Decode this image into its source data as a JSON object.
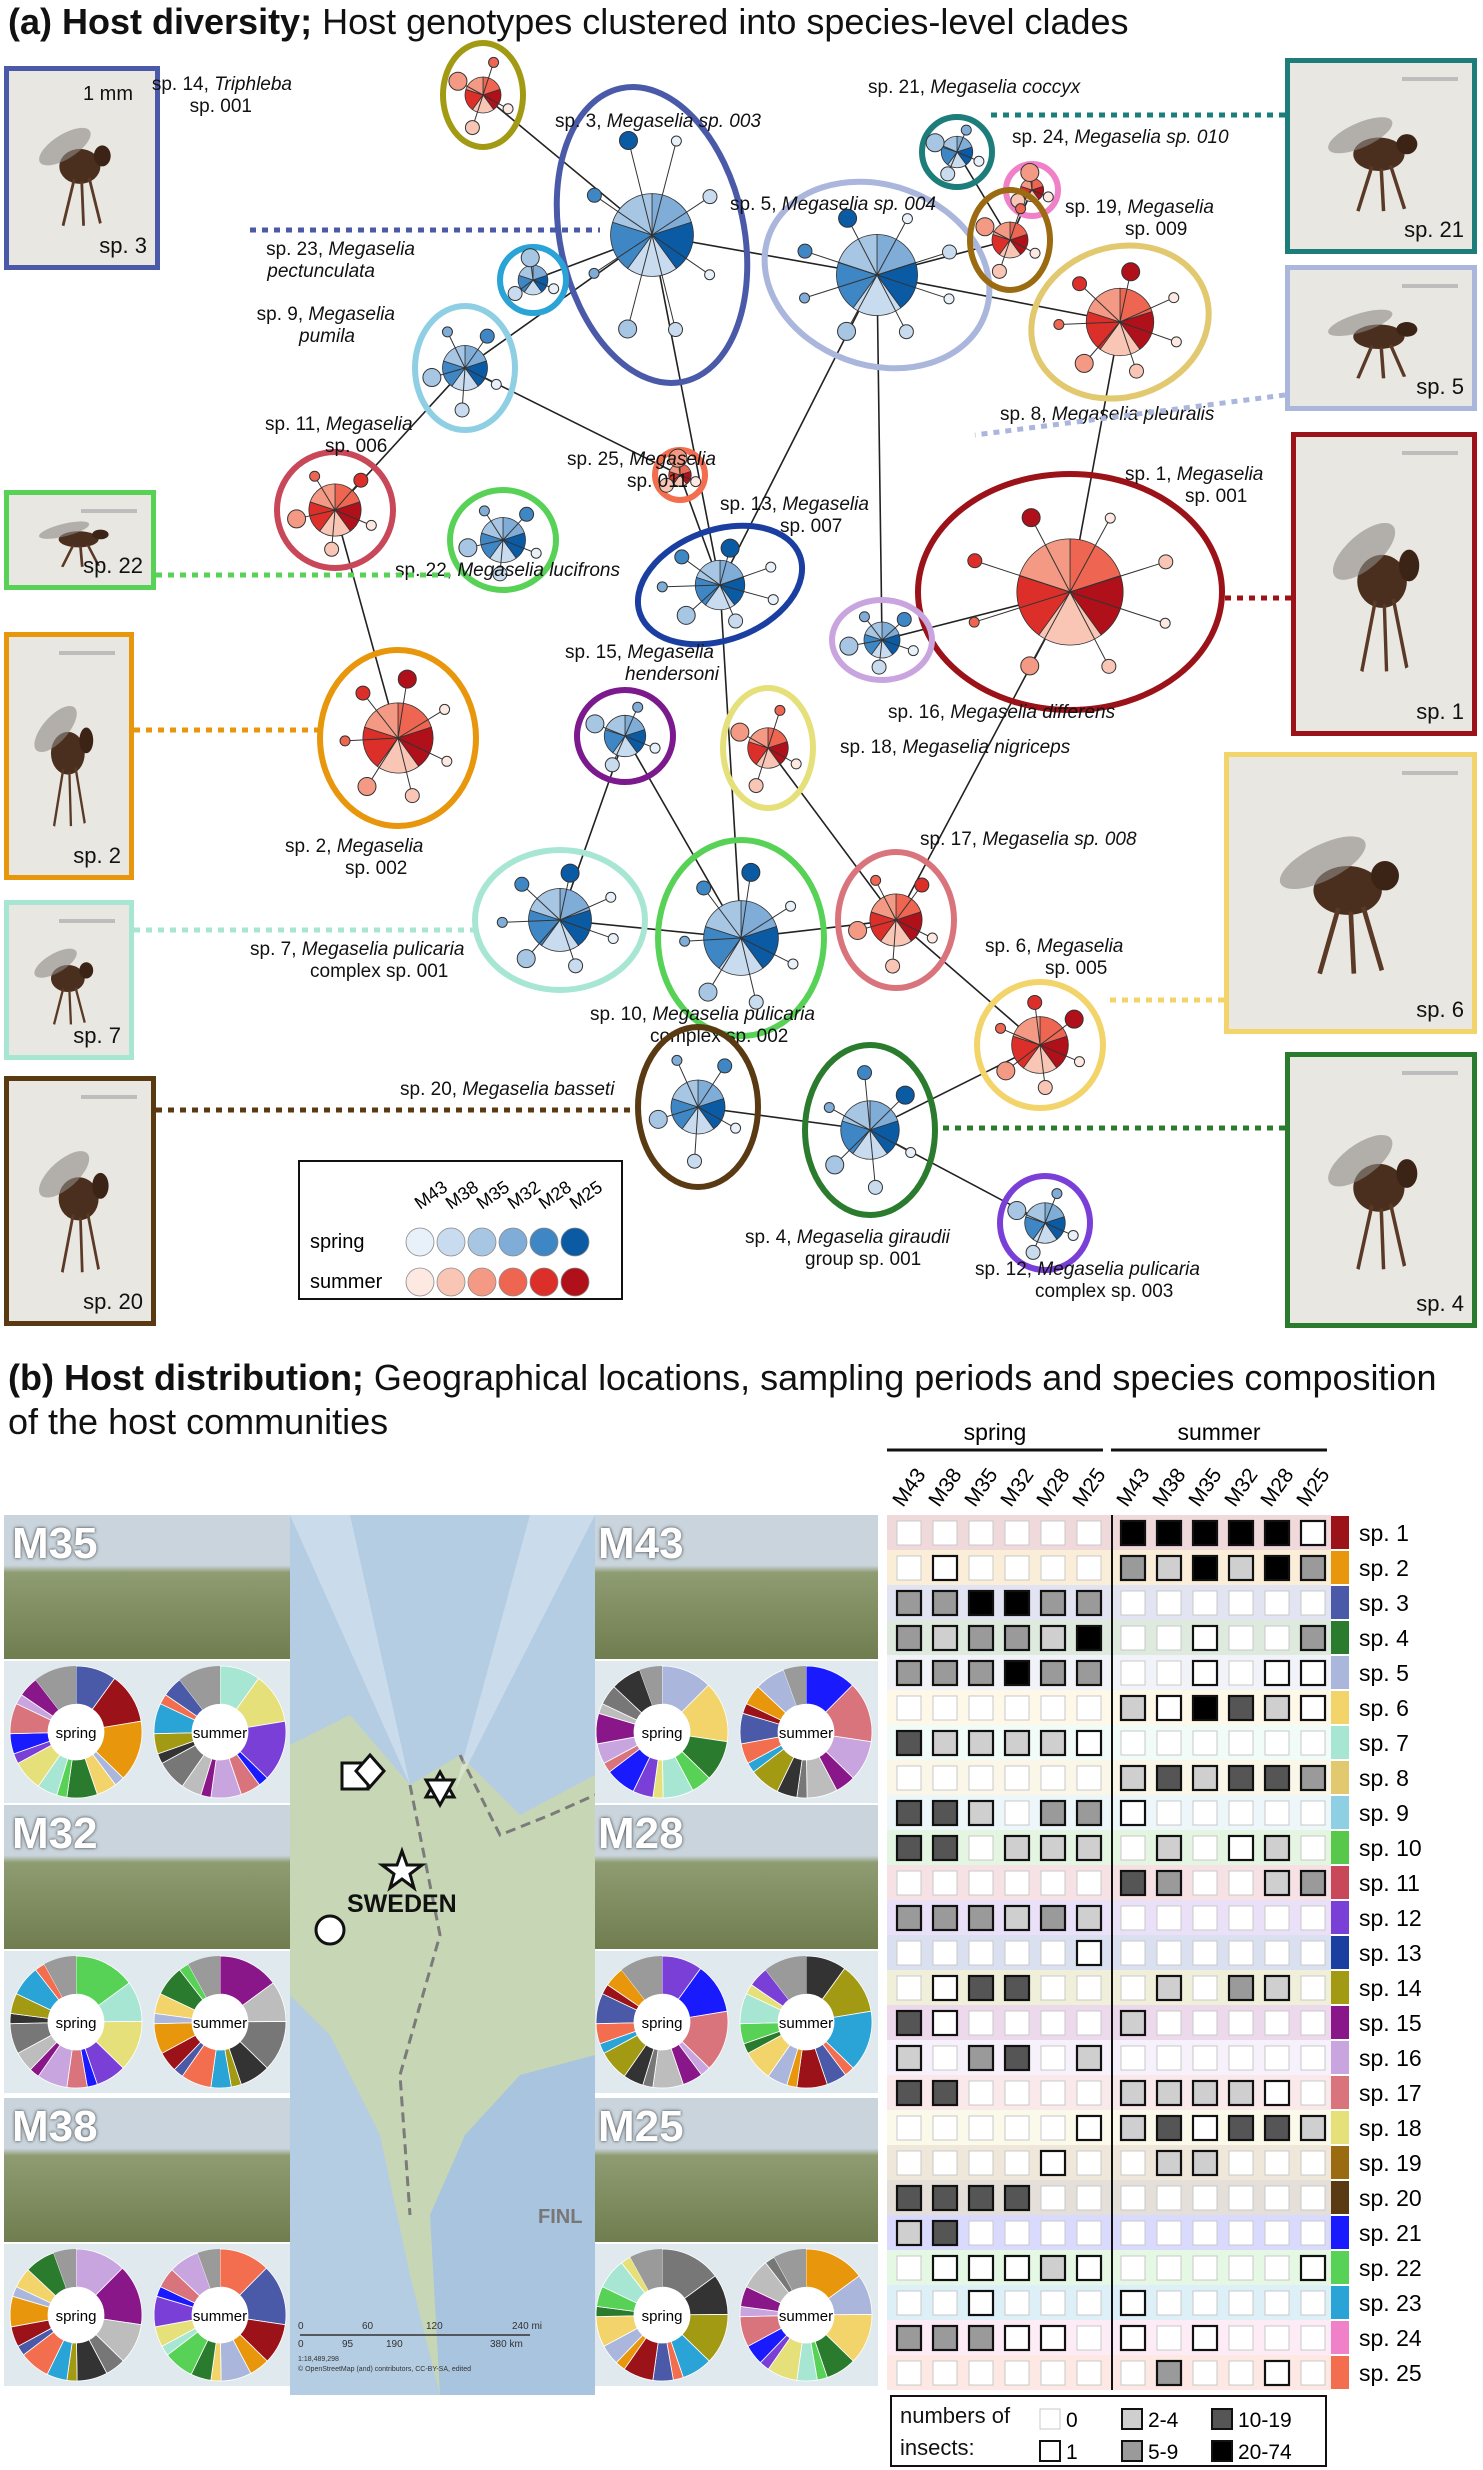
{
  "panel_a": {
    "title_bold": "(a) Host diversity;",
    "title_rest": " Host genotypes clustered into species-level clades",
    "scale_label": "1 mm",
    "photos": [
      {
        "label": "sp. 3",
        "color": "#4a5aa8"
      },
      {
        "label": "sp. 22",
        "color": "#57d257"
      },
      {
        "label": "sp. 2",
        "color": "#e8960c"
      },
      {
        "label": "sp. 7",
        "color": "#a7e6d3"
      },
      {
        "label": "sp. 20",
        "color": "#5a3a12"
      },
      {
        "label": "sp. 21",
        "color": "#1d7d7a"
      },
      {
        "label": "sp. 5",
        "color": "#aab6dc"
      },
      {
        "label": "sp. 1",
        "color": "#9b1218"
      },
      {
        "label": "sp. 6",
        "color": "#f3d46a"
      },
      {
        "label": "sp. 4",
        "color": "#2a7b2e"
      }
    ],
    "clades": [
      {
        "id": "sp. 14,",
        "name": "Triphleba",
        "extra": "sp. 001",
        "color": "#a39a14"
      },
      {
        "id": "sp. 3,",
        "name": "Megaselia sp. 003",
        "extra": "",
        "color": "#4a5aa8"
      },
      {
        "id": "sp. 23,",
        "name": "Megaselia",
        "extra": "pectunculata",
        "color": "#2aa3d6"
      },
      {
        "id": "sp. 9,",
        "name": "Megaselia",
        "extra": "pumila",
        "color": "#8fcfe3"
      },
      {
        "id": "sp. 11,",
        "name": "Megaselia",
        "extra": "sp. 006",
        "color": "#c8485a"
      },
      {
        "id": "sp. 25,",
        "name": "Megaselia",
        "extra": "sp. 011",
        "color": "#f26e4f"
      },
      {
        "id": "sp. 22,",
        "name": "Megaselia lucifrons",
        "extra": "",
        "color": "#57d257"
      },
      {
        "id": "sp. 13,",
        "name": "Megaselia",
        "extra": "sp. 007",
        "color": "#1b3fa0"
      },
      {
        "id": "sp. 5,",
        "name": "Megaselia sp. 004",
        "extra": "",
        "color": "#aab6dc"
      },
      {
        "id": "sp. 21,",
        "name": "Megaselia coccyx",
        "extra": "",
        "color": "#1d7d7a"
      },
      {
        "id": "sp. 24,",
        "name": "Megaselia sp. 010",
        "extra": "",
        "color": "#f080c8"
      },
      {
        "id": "sp. 19,",
        "name": "Megaselia",
        "extra": "sp. 009",
        "color": "#9b6b12"
      },
      {
        "id": "sp. 8,",
        "name": "Megaselia pleuralis",
        "extra": "",
        "color": "#e2c86e"
      },
      {
        "id": "sp. 1,",
        "name": "Megaselia",
        "extra": "sp. 001",
        "color": "#9b1218"
      },
      {
        "id": "sp. 16,",
        "name": "Megaselia differens",
        "extra": "",
        "color": "#c9a5e0"
      },
      {
        "id": "sp. 15,",
        "name": "Megaselia",
        "extra": "hendersoni",
        "color": "#7a1a8c"
      },
      {
        "id": "sp. 18,",
        "name": "Megaselia nigriceps",
        "extra": "",
        "color": "#e6e07a"
      },
      {
        "id": "sp. 2,",
        "name": "Megaselia",
        "extra": "sp. 002",
        "color": "#e8960c"
      },
      {
        "id": "sp. 17,",
        "name": "Megaselia sp. 008",
        "extra": "",
        "color": "#d9747c"
      },
      {
        "id": "sp. 7,",
        "name": "Megaselia pulicaria",
        "extra": "complex sp. 001",
        "color": "#a7e6d3"
      },
      {
        "id": "sp. 10,",
        "name": "Megaselia pulicaria",
        "extra": "complex sp. 002",
        "color": "#57d257"
      },
      {
        "id": "sp. 6,",
        "name": "Megaselia",
        "extra": "sp. 005",
        "color": "#f3d46a"
      },
      {
        "id": "sp. 20,",
        "name": "Megaselia basseti",
        "extra": "",
        "color": "#5a3a12"
      },
      {
        "id": "sp. 4,",
        "name": "Megaselia giraudii",
        "extra": "group sp. 001",
        "color": "#2a7b2e"
      },
      {
        "id": "sp. 12,",
        "name": "Megaselia pulicaria",
        "extra": "complex sp. 003",
        "color": "#7a3fd6"
      }
    ],
    "legend": {
      "sites": [
        "M43",
        "M38",
        "M35",
        "M32",
        "M28",
        "M25"
      ],
      "rows": [
        {
          "label": "spring",
          "colors": [
            "#e8f0fa",
            "#c9dcef",
            "#a7c6e4",
            "#7fadd8",
            "#3f86c4",
            "#0b5aa4"
          ]
        },
        {
          "label": "summer",
          "colors": [
            "#fde8e2",
            "#f9c6b6",
            "#f49a84",
            "#ee6652",
            "#dc2f2a",
            "#b0101a"
          ]
        }
      ]
    }
  },
  "panel_b": {
    "title_bold": "(b) Host distribution;",
    "title_rest": " Geographical locations, sampling periods and species composition of the host communities",
    "sites": [
      {
        "code": "M35",
        "spring": "spring",
        "summer": "summer"
      },
      {
        "code": "M43",
        "spring": "spring",
        "summer": "summer"
      },
      {
        "code": "M32",
        "spring": "spring",
        "summer": "summer"
      },
      {
        "code": "M28",
        "spring": "spring",
        "summer": "summer"
      },
      {
        "code": "M38",
        "spring": "spring",
        "summer": "summer"
      },
      {
        "code": "M25",
        "spring": "spring",
        "summer": "summer"
      }
    ],
    "map": {
      "country": "SWEDEN",
      "neighbour": "FINL",
      "scale_top": [
        "0",
        "60",
        "120",
        "240 mi"
      ],
      "scale_bottom": [
        "0",
        "95",
        "190",
        "380 km"
      ],
      "credit_1": "1:18,489,298",
      "credit_2": "© OpenStreetMap (and) contributors, CC-BY-SA, edited"
    },
    "grid": {
      "period_labels": [
        "spring",
        "summer"
      ],
      "columns": [
        "M43",
        "M38",
        "M35",
        "M32",
        "M28",
        "M25",
        "M43",
        "M38",
        "M35",
        "M32",
        "M28",
        "M25"
      ],
      "species": [
        {
          "label": "sp. 1",
          "color": "#9b1218",
          "cells": [
            0,
            0,
            0,
            0,
            0,
            0,
            5,
            5,
            5,
            5,
            5,
            1
          ]
        },
        {
          "label": "sp. 2",
          "color": "#e8960c",
          "cells": [
            0,
            1,
            0,
            0,
            0,
            0,
            3,
            2,
            5,
            2,
            5,
            3
          ]
        },
        {
          "label": "sp. 3",
          "color": "#4a5aa8",
          "cells": [
            3,
            3,
            5,
            5,
            3,
            3,
            0,
            0,
            0,
            0,
            0,
            0
          ]
        },
        {
          "label": "sp. 4",
          "color": "#2a7b2e",
          "cells": [
            3,
            2,
            3,
            3,
            2,
            5,
            0,
            0,
            1,
            0,
            0,
            3
          ]
        },
        {
          "label": "sp. 5",
          "color": "#aab6dc",
          "cells": [
            3,
            3,
            3,
            5,
            3,
            3,
            0,
            0,
            1,
            0,
            1,
            1
          ]
        },
        {
          "label": "sp. 6",
          "color": "#f3d46a",
          "cells": [
            0,
            0,
            0,
            0,
            0,
            0,
            2,
            1,
            5,
            4,
            2,
            1
          ]
        },
        {
          "label": "sp. 7",
          "color": "#a7e6d3",
          "cells": [
            4,
            2,
            2,
            2,
            2,
            1,
            0,
            0,
            0,
            0,
            0,
            0
          ]
        },
        {
          "label": "sp. 8",
          "color": "#e2c86e",
          "cells": [
            0,
            0,
            0,
            0,
            0,
            0,
            2,
            4,
            2,
            4,
            4,
            3
          ]
        },
        {
          "label": "sp. 9",
          "color": "#8fcfe3",
          "cells": [
            4,
            4,
            2,
            0,
            3,
            3,
            1,
            0,
            0,
            0,
            0,
            0
          ]
        },
        {
          "label": "sp. 10",
          "color": "#57c84a",
          "cells": [
            4,
            4,
            0,
            2,
            2,
            2,
            0,
            2,
            0,
            1,
            2,
            0
          ]
        },
        {
          "label": "sp. 11",
          "color": "#c8485a",
          "cells": [
            0,
            0,
            0,
            0,
            0,
            0,
            4,
            3,
            0,
            0,
            2,
            3
          ]
        },
        {
          "label": "sp. 12",
          "color": "#7a3fd6",
          "cells": [
            3,
            3,
            3,
            2,
            3,
            2,
            0,
            0,
            0,
            0,
            0,
            0
          ]
        },
        {
          "label": "sp. 13",
          "color": "#1b3fa0",
          "cells": [
            0,
            0,
            0,
            0,
            0,
            1,
            0,
            0,
            0,
            0,
            0,
            0
          ]
        },
        {
          "label": "sp. 14",
          "color": "#a39a14",
          "cells": [
            0,
            1,
            4,
            4,
            0,
            0,
            0,
            2,
            0,
            3,
            2,
            0
          ]
        },
        {
          "label": "sp. 15",
          "color": "#8a178a",
          "cells": [
            4,
            1,
            0,
            0,
            0,
            0,
            2,
            0,
            0,
            0,
            0,
            0
          ]
        },
        {
          "label": "sp. 16",
          "color": "#c9a5e0",
          "cells": [
            2,
            0,
            3,
            4,
            0,
            2,
            0,
            0,
            0,
            0,
            0,
            0
          ]
        },
        {
          "label": "sp. 17",
          "color": "#d9747c",
          "cells": [
            4,
            4,
            0,
            0,
            0,
            0,
            2,
            2,
            2,
            2,
            1,
            0
          ]
        },
        {
          "label": "sp. 18",
          "color": "#e6e07a",
          "cells": [
            0,
            0,
            0,
            0,
            0,
            1,
            2,
            4,
            1,
            4,
            4,
            2
          ]
        },
        {
          "label": "sp. 19",
          "color": "#9b6b12",
          "cells": [
            0,
            0,
            0,
            0,
            1,
            0,
            0,
            2,
            2,
            0,
            0,
            0
          ]
        },
        {
          "label": "sp. 20",
          "color": "#5a3a12",
          "cells": [
            4,
            4,
            4,
            4,
            0,
            0,
            0,
            0,
            0,
            0,
            0,
            0
          ]
        },
        {
          "label": "sp. 21",
          "color": "#1a1aff",
          "cells": [
            2,
            4,
            0,
            0,
            0,
            0,
            0,
            0,
            0,
            0,
            0,
            0
          ]
        },
        {
          "label": "sp. 22",
          "color": "#57d257",
          "cells": [
            0,
            1,
            1,
            1,
            2,
            1,
            0,
            0,
            0,
            0,
            0,
            1
          ]
        },
        {
          "label": "sp. 23",
          "color": "#2aa3d6",
          "cells": [
            0,
            0,
            1,
            0,
            0,
            0,
            1,
            0,
            0,
            0,
            0,
            0
          ]
        },
        {
          "label": "sp. 24",
          "color": "#f080c8",
          "cells": [
            3,
            3,
            3,
            1,
            1,
            0,
            1,
            0,
            1,
            0,
            0,
            0
          ]
        },
        {
          "label": "sp. 25",
          "color": "#f26e4f",
          "cells": [
            0,
            0,
            0,
            0,
            0,
            0,
            0,
            3,
            0,
            0,
            1,
            0
          ]
        }
      ]
    },
    "legend": {
      "title_1": "numbers of",
      "title_2": "insects:",
      "items": [
        {
          "label": "0",
          "level": 0
        },
        {
          "label": "1",
          "level": 1
        },
        {
          "label": "2-4",
          "level": 2
        },
        {
          "label": "5-9",
          "level": 3
        },
        {
          "label": "10-19",
          "level": 4
        },
        {
          "label": "20-74",
          "level": 5
        }
      ]
    }
  }
}
